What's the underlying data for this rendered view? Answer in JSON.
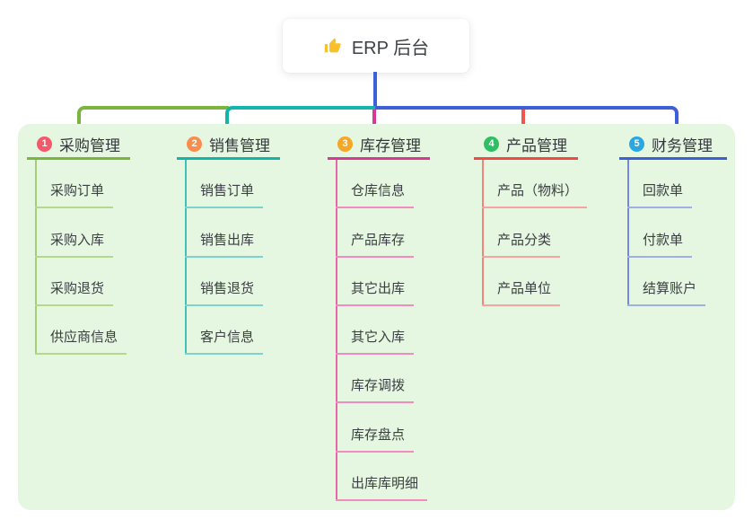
{
  "root": {
    "label": "ERP 后台",
    "icon": "thumbs-up"
  },
  "canvas": {
    "background_color": "#e5f6e1"
  },
  "connector": {
    "trunk_color": "#3d5fd8"
  },
  "branches": [
    {
      "num": "1",
      "label": "采购管理",
      "badge_color": "#f4596b",
      "line_color": "#7cb53d",
      "child_line_color": "#b4d88c",
      "children": [
        "采购订单",
        "采购入库",
        "采购退货",
        "供应商信息"
      ]
    },
    {
      "num": "2",
      "label": "销售管理",
      "badge_color": "#fa8d4b",
      "line_color": "#14b3ab",
      "child_line_color": "#7dd2cb",
      "children": [
        "销售订单",
        "销售出库",
        "销售退货",
        "客户信息"
      ]
    },
    {
      "num": "3",
      "label": "库存管理",
      "badge_color": "#f6a723",
      "line_color": "#d63a92",
      "child_line_color": "#f08cc0",
      "children": [
        "仓库信息",
        "产品库存",
        "其它出库",
        "其它入库",
        "库存调拨",
        "库存盘点",
        "出库库明细"
      ]
    },
    {
      "num": "4",
      "label": "产品管理",
      "badge_color": "#2fbe64",
      "line_color": "#f0544d",
      "child_line_color": "#f6a49f",
      "children": [
        "产品（物料）",
        "产品分类",
        "产品单位"
      ]
    },
    {
      "num": "5",
      "label": "财务管理",
      "badge_color": "#2ba6de",
      "line_color": "#3d5fd8",
      "child_line_color": "#9fb0e8",
      "children": [
        "回款单",
        "付款单",
        "结算账户"
      ]
    }
  ]
}
